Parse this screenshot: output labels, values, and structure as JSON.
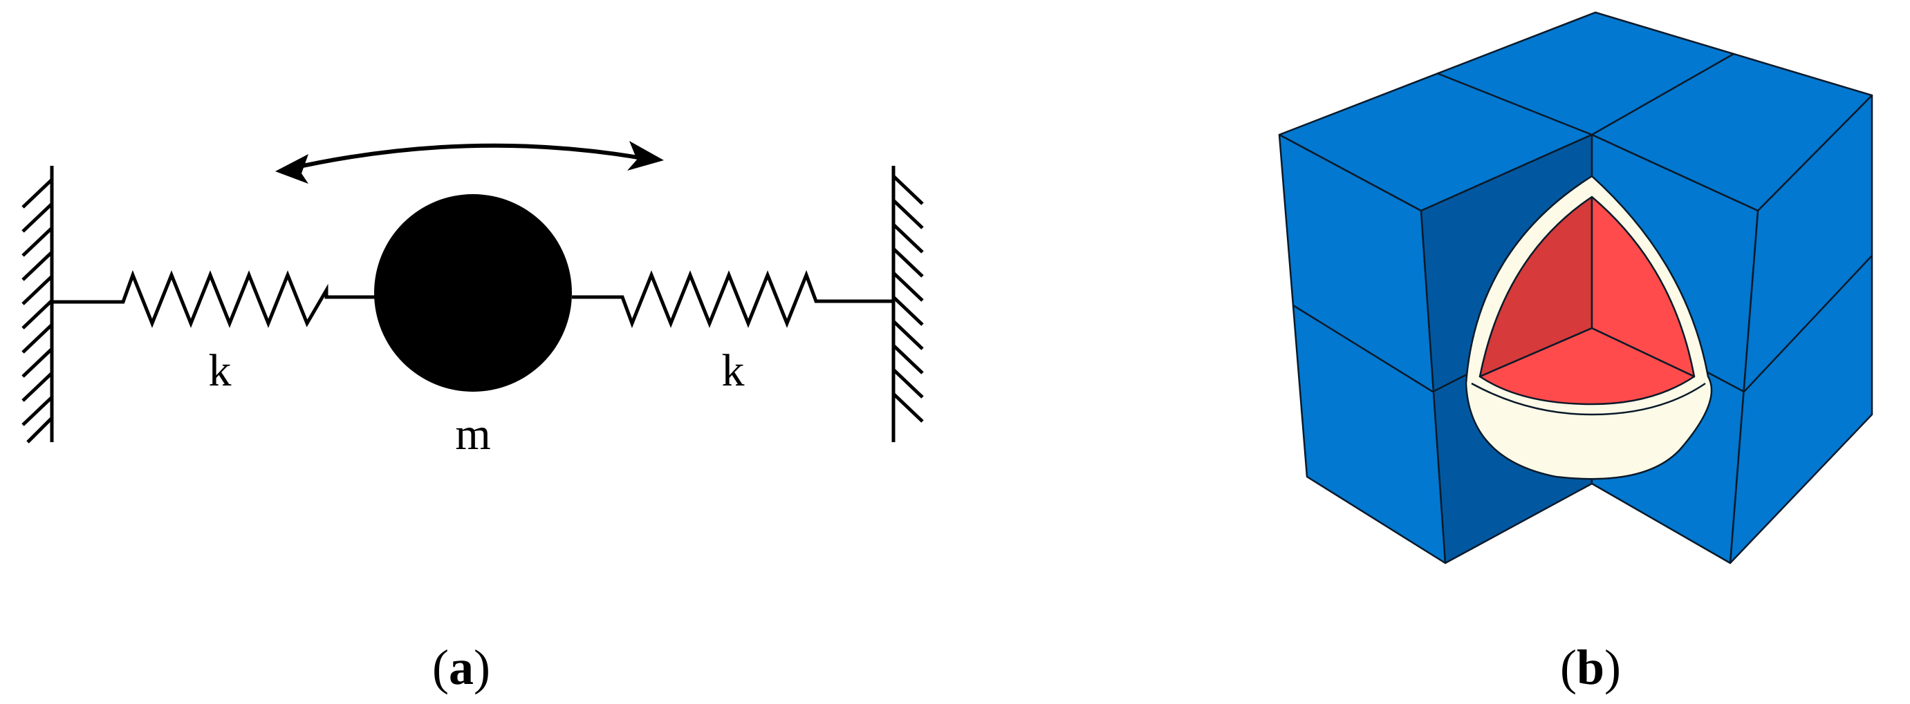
{
  "panel_a": {
    "caption_letter": "a",
    "spring_left_label": "k",
    "spring_right_label": "k",
    "mass_label": "m"
  },
  "panel_b": {
    "caption_letter": "b"
  },
  "colors": {
    "ink": "#000000",
    "cube_face_light": "#0278d0",
    "cube_face_dark": "#0158a0",
    "core_red": "#ff4b4b",
    "core_red_dark": "#d63a3a",
    "shell_cream": "#fdfbe8"
  }
}
